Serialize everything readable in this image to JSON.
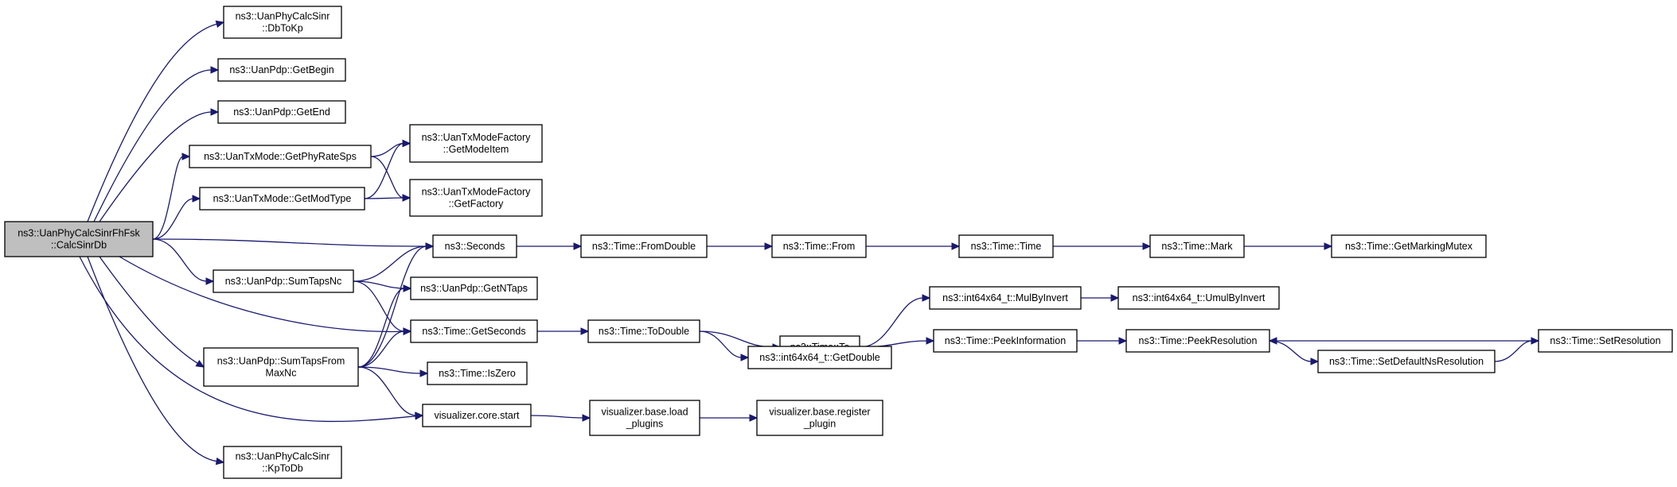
{
  "colors": {
    "edge": "#191970",
    "root_fill": "#bfbfbf",
    "node_fill": "#ffffff",
    "node_border": "#000000"
  },
  "nodes": [
    {
      "id": "root",
      "lines": [
        "ns3::UanPhyCalcSinrFhFsk",
        "::CalcSinrDb"
      ],
      "root": true
    },
    {
      "id": "dbtokp",
      "lines": [
        "ns3::UanPhyCalcSinr",
        "::DbToKp"
      ]
    },
    {
      "id": "getbegin",
      "lines": [
        "ns3::UanPdp::GetBegin"
      ]
    },
    {
      "id": "getend",
      "lines": [
        "ns3::UanPdp::GetEnd"
      ]
    },
    {
      "id": "getphyratesps",
      "lines": [
        "ns3::UanTxMode::GetPhyRateSps"
      ]
    },
    {
      "id": "getmodtype",
      "lines": [
        "ns3::UanTxMode::GetModType"
      ]
    },
    {
      "id": "sumtapsnc",
      "lines": [
        "ns3::UanPdp::SumTapsNc"
      ]
    },
    {
      "id": "sumtapsfrommaxnc",
      "lines": [
        "ns3::UanPdp::SumTapsFrom",
        "MaxNc"
      ]
    },
    {
      "id": "kptodb",
      "lines": [
        "ns3::UanPhyCalcSinr",
        "::KpToDb"
      ]
    },
    {
      "id": "getmodeitem",
      "lines": [
        "ns3::UanTxModeFactory",
        "::GetModeItem"
      ]
    },
    {
      "id": "getfactory",
      "lines": [
        "ns3::UanTxModeFactory",
        "::GetFactory"
      ]
    },
    {
      "id": "seconds",
      "lines": [
        "ns3::Seconds"
      ]
    },
    {
      "id": "getntaps",
      "lines": [
        "ns3::UanPdp::GetNTaps"
      ]
    },
    {
      "id": "getseconds",
      "lines": [
        "ns3::Time::GetSeconds"
      ]
    },
    {
      "id": "iszero",
      "lines": [
        "ns3::Time::IsZero"
      ]
    },
    {
      "id": "vcstart",
      "lines": [
        "visualizer.core.start"
      ]
    },
    {
      "id": "fromdouble",
      "lines": [
        "ns3::Time::FromDouble"
      ]
    },
    {
      "id": "todouble",
      "lines": [
        "ns3::Time::ToDouble"
      ]
    },
    {
      "id": "loadplugins",
      "lines": [
        "visualizer.base.load",
        "_plugins"
      ]
    },
    {
      "id": "from",
      "lines": [
        "ns3::Time::From"
      ]
    },
    {
      "id": "to",
      "lines": [
        "ns3::Time::To"
      ]
    },
    {
      "id": "getdouble",
      "lines": [
        "ns3::int64x64_t::GetDouble"
      ]
    },
    {
      "id": "registerplugin",
      "lines": [
        "visualizer.base.register",
        "_plugin"
      ]
    },
    {
      "id": "time",
      "lines": [
        "ns3::Time::Time"
      ]
    },
    {
      "id": "mulbyinvert",
      "lines": [
        "ns3::int64x64_t::MulByInvert"
      ]
    },
    {
      "id": "peekinformation",
      "lines": [
        "ns3::Time::PeekInformation"
      ]
    },
    {
      "id": "mark",
      "lines": [
        "ns3::Time::Mark"
      ]
    },
    {
      "id": "umulbyinvert",
      "lines": [
        "ns3::int64x64_t::UmulByInvert"
      ]
    },
    {
      "id": "peekresolution",
      "lines": [
        "ns3::Time::PeekResolution"
      ]
    },
    {
      "id": "getmarkingmutex",
      "lines": [
        "ns3::Time::GetMarkingMutex"
      ]
    },
    {
      "id": "setdefaultnsresolution",
      "lines": [
        "ns3::Time::SetDefaultNsResolution"
      ]
    },
    {
      "id": "setresolution",
      "lines": [
        "ns3::Time::SetResolution"
      ]
    }
  ],
  "edges": [
    [
      "root",
      "dbtokp"
    ],
    [
      "root",
      "getbegin"
    ],
    [
      "root",
      "getend"
    ],
    [
      "root",
      "getphyratesps"
    ],
    [
      "root",
      "getmodtype"
    ],
    [
      "root",
      "seconds"
    ],
    [
      "root",
      "sumtapsnc"
    ],
    [
      "root",
      "getseconds"
    ],
    [
      "root",
      "sumtapsfrommaxnc"
    ],
    [
      "root",
      "vcstart"
    ],
    [
      "root",
      "kptodb"
    ],
    [
      "getphyratesps",
      "getmodeitem"
    ],
    [
      "getphyratesps",
      "getfactory"
    ],
    [
      "getmodtype",
      "getmodeitem"
    ],
    [
      "getmodtype",
      "getfactory"
    ],
    [
      "sumtapsnc",
      "seconds"
    ],
    [
      "sumtapsnc",
      "getntaps"
    ],
    [
      "sumtapsnc",
      "getseconds"
    ],
    [
      "sumtapsfrommaxnc",
      "seconds"
    ],
    [
      "sumtapsfrommaxnc",
      "getntaps"
    ],
    [
      "sumtapsfrommaxnc",
      "getseconds"
    ],
    [
      "sumtapsfrommaxnc",
      "iszero"
    ],
    [
      "sumtapsfrommaxnc",
      "vcstart"
    ],
    [
      "seconds",
      "fromdouble"
    ],
    [
      "fromdouble",
      "from"
    ],
    [
      "from",
      "time"
    ],
    [
      "time",
      "mark"
    ],
    [
      "mark",
      "getmarkingmutex"
    ],
    [
      "getseconds",
      "todouble"
    ],
    [
      "todouble",
      "to"
    ],
    [
      "todouble",
      "getdouble"
    ],
    [
      "to",
      "mulbyinvert"
    ],
    [
      "to",
      "peekinformation"
    ],
    [
      "mulbyinvert",
      "umulbyinvert"
    ],
    [
      "peekinformation",
      "peekresolution"
    ],
    [
      "peekresolution",
      "setdefaultnsresolution"
    ],
    [
      "setdefaultnsresolution",
      "setresolution"
    ],
    [
      "setresolution",
      "peekresolution"
    ],
    [
      "vcstart",
      "loadplugins"
    ],
    [
      "loadplugins",
      "registerplugin"
    ]
  ]
}
